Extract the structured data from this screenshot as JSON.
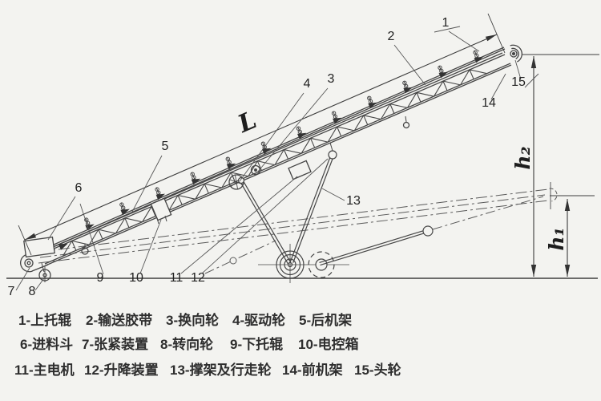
{
  "figure": {
    "title": "belt-conveyor-structure-diagram",
    "dims": {
      "length_label": "L",
      "h_upper": "h₂",
      "h_lower": "h₁"
    },
    "callouts": [
      "1",
      "2",
      "3",
      "4",
      "5",
      "6",
      "7",
      "8",
      "9",
      "10",
      "11",
      "12",
      "13",
      "14",
      "15"
    ]
  },
  "legend": {
    "rows": [
      [
        "1-上托辊",
        "2-输送胶带",
        "3-换向轮",
        "4-驱动轮",
        "5-后机架"
      ],
      [
        "6-进料斗",
        "7-张紧装置",
        "8-转向轮",
        "9-下托辊",
        "10-电控箱"
      ],
      [
        "11-主电机",
        "12-升降装置",
        "13-撑架及行走轮",
        "14-前机架",
        "15-头轮"
      ]
    ]
  }
}
